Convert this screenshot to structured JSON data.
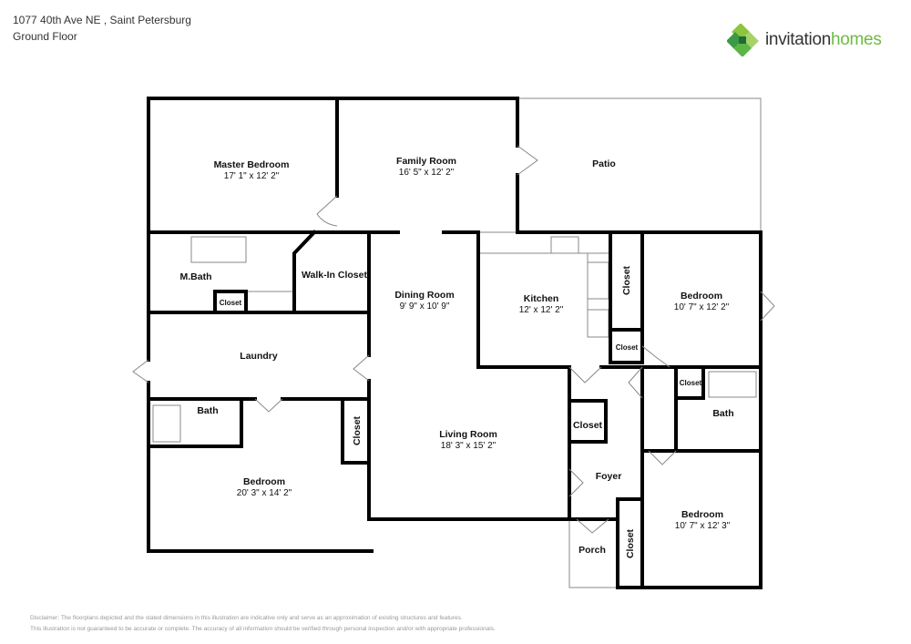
{
  "header": {
    "address": "1077 40th Ave NE , Saint Petersburg",
    "floor": "Ground Floor"
  },
  "brand": {
    "name_part1": "invitation",
    "name_part2": "homes",
    "accent": "#6dbb45"
  },
  "rooms": {
    "master_bedroom": {
      "name": "Master Bedroom",
      "dims": "17' 1\" x 12' 2\""
    },
    "family_room": {
      "name": "Family Room",
      "dims": "16' 5\" x 12' 2\""
    },
    "patio": {
      "name": "Patio"
    },
    "mbath": {
      "name": "M.Bath"
    },
    "mbath_closet": {
      "name": "Closet"
    },
    "walkin_closet": {
      "name": "Walk-In Closet"
    },
    "dining_room": {
      "name": "Dining Room",
      "dims": "9' 9\" x 10' 9\""
    },
    "kitchen": {
      "name": "Kitchen",
      "dims": "12' x 12' 2\""
    },
    "kitchen_closet_1": {
      "name": "Closet"
    },
    "kitchen_closet_2": {
      "name": "Closet"
    },
    "bedroom_ne": {
      "name": "Bedroom",
      "dims": "10' 7\" x 12' 2\""
    },
    "laundry": {
      "name": "Laundry"
    },
    "bath_w": {
      "name": "Bath"
    },
    "bedroom_w_closet": {
      "name": "Closet"
    },
    "bedroom_w": {
      "name": "Bedroom",
      "dims": "20' 3\" x 14' 2\""
    },
    "living_room": {
      "name": "Living Room",
      "dims": "18' 3\" x 15' 2\""
    },
    "foyer_closet": {
      "name": "Closet"
    },
    "foyer": {
      "name": "Foyer"
    },
    "porch": {
      "name": "Porch"
    },
    "porch_closet": {
      "name": "Closet"
    },
    "bath_e_closet": {
      "name": "Closet"
    },
    "bath_e": {
      "name": "Bath"
    },
    "bedroom_se": {
      "name": "Bedroom",
      "dims": "10' 7\" x 12' 3\""
    }
  },
  "disclaimer": {
    "line1": "Disclaimer: The floorplans depicted and the stated dimensions in this illustration are indicative only and serve as an approximation of existing structures and features.",
    "line2": "This illustration is not guaranteed to be accurate or complete. The accuracy of all information should be verified through personal inspection and/or with appropriate professionals."
  }
}
